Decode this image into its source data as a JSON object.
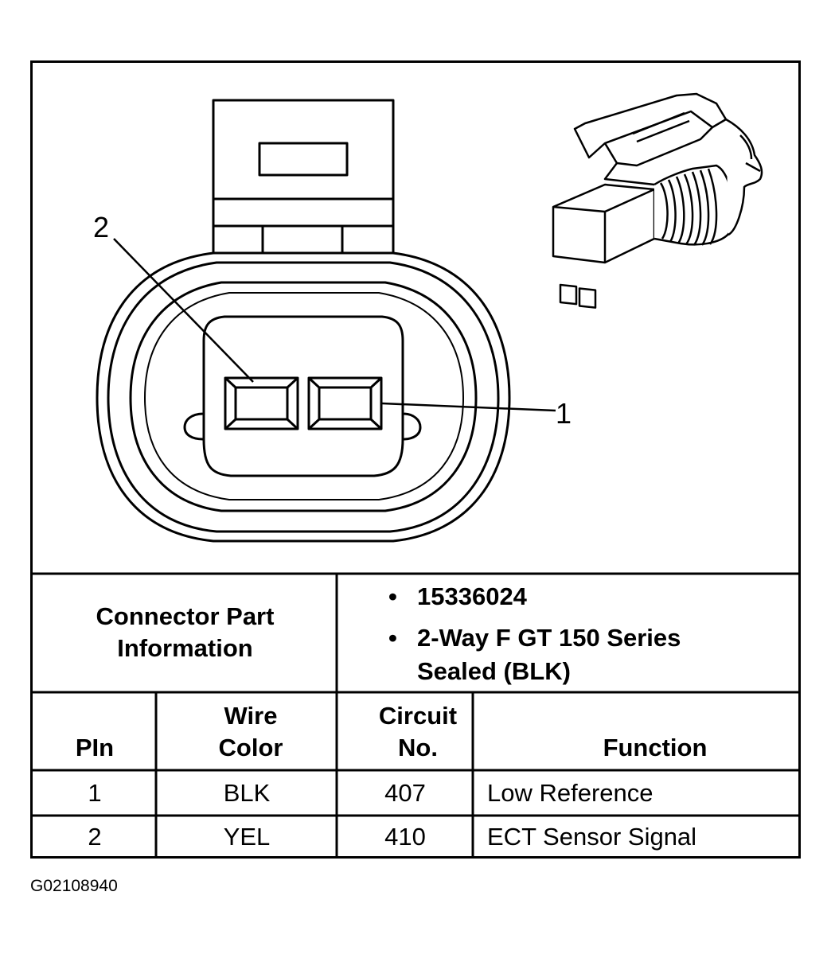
{
  "callouts": {
    "pin1": "1",
    "pin2": "2"
  },
  "connector_info": {
    "label": "Connector Part Information",
    "items": [
      "15336024",
      "2-Way F GT 150 Series Sealed (BLK)"
    ]
  },
  "table": {
    "headers": {
      "pin": "PIn",
      "wire_color": "Wire Color",
      "circuit": "Circuit No.",
      "function": "Function"
    },
    "rows": [
      {
        "pin": "1",
        "wire_color": "BLK",
        "circuit": "407",
        "function": "Low Reference"
      },
      {
        "pin": "2",
        "wire_color": "YEL",
        "circuit": "410",
        "function": "ECT Sensor Signal"
      }
    ]
  },
  "figure_id": "G02108940"
}
